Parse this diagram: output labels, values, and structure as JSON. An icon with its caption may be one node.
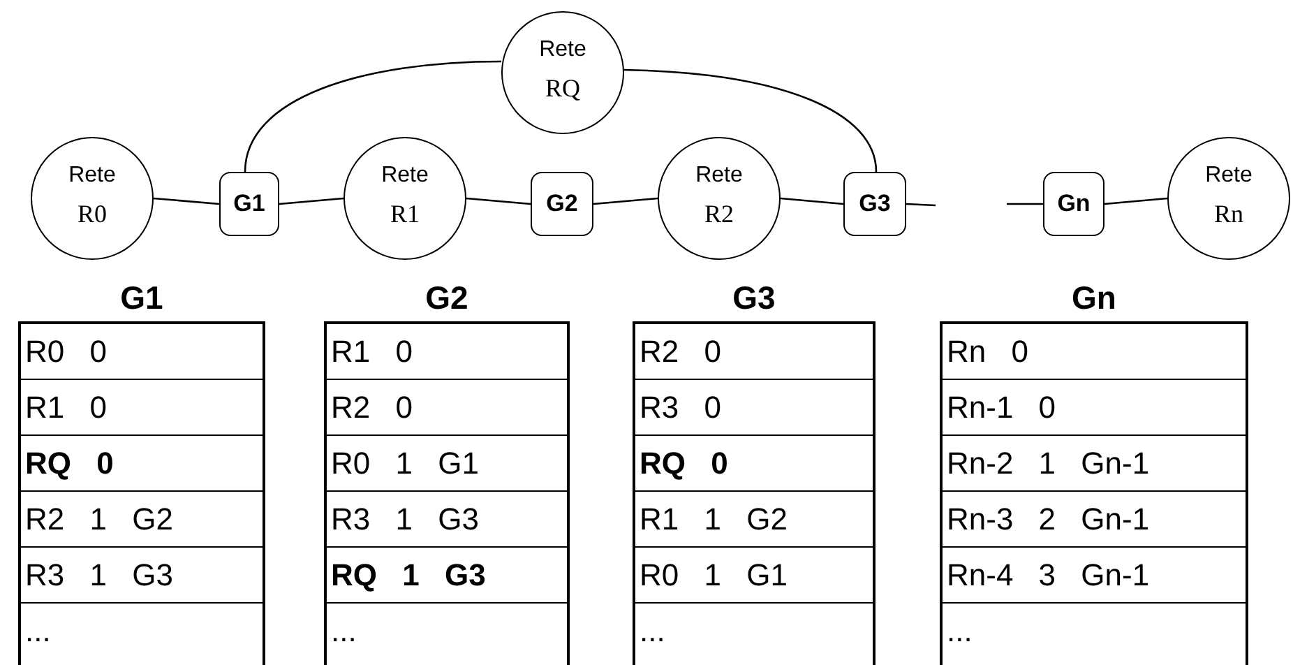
{
  "diagram": {
    "nodes": [
      {
        "text": [
          "Rete",
          "RQ"
        ]
      },
      {
        "text": [
          "Rete",
          "R0"
        ]
      },
      {
        "text": [
          "G1"
        ]
      },
      {
        "text": [
          "Rete",
          "R1"
        ]
      },
      {
        "text": [
          "G2"
        ]
      },
      {
        "text": [
          "Rete",
          "R2"
        ]
      },
      {
        "text": [
          "G3"
        ]
      },
      {
        "text": [
          "Gn"
        ]
      },
      {
        "text": [
          "Rete",
          "Rn"
        ]
      },
      {
        "text": [
          "G1",
          "R0 0",
          "R1 0",
          "**RQ 0**",
          "R2 1 G2",
          "R3 1 G3",
          "..."
        ]
      },
      {
        "text": [
          "G2",
          "R1 0",
          "R2 0",
          "R0 1 G1",
          "R3 1 G3",
          "**RQ 1 G3**",
          "..."
        ]
      },
      {
        "text": [
          "G3",
          "R2 0",
          "R3 0",
          "**RQ 0**",
          "R1 1 G2",
          "R0 1 G1",
          "..."
        ]
      },
      {
        "text": [
          "Gn",
          "Rn 0",
          "Rn-1 0",
          "Rn-2 1 Gn-1",
          "Rn-3 2 Gn-1",
          "Rn-4 3 Gn-1",
          "..."
        ]
      }
    ],
    "edges": [
      {
        "from": 1,
        "to": 2,
        "arrow": "none"
      },
      {
        "from": 2,
        "to": 3,
        "arrow": "none"
      },
      {
        "from": 3,
        "to": 4,
        "arrow": "none"
      },
      {
        "from": 4,
        "to": 5,
        "arrow": "none"
      },
      {
        "from": 5,
        "to": 6,
        "arrow": "none"
      },
      {
        "from": 2,
        "to": 0,
        "arrow": "none"
      },
      {
        "from": 0,
        "to": 6,
        "arrow": "none"
      },
      {
        "from": 6,
        "to": null,
        "arrow": "none"
      },
      {
        "from": null,
        "to": 7,
        "arrow": "none"
      },
      {
        "from": 7,
        "to": 8,
        "arrow": "none"
      }
    ]
  }
}
